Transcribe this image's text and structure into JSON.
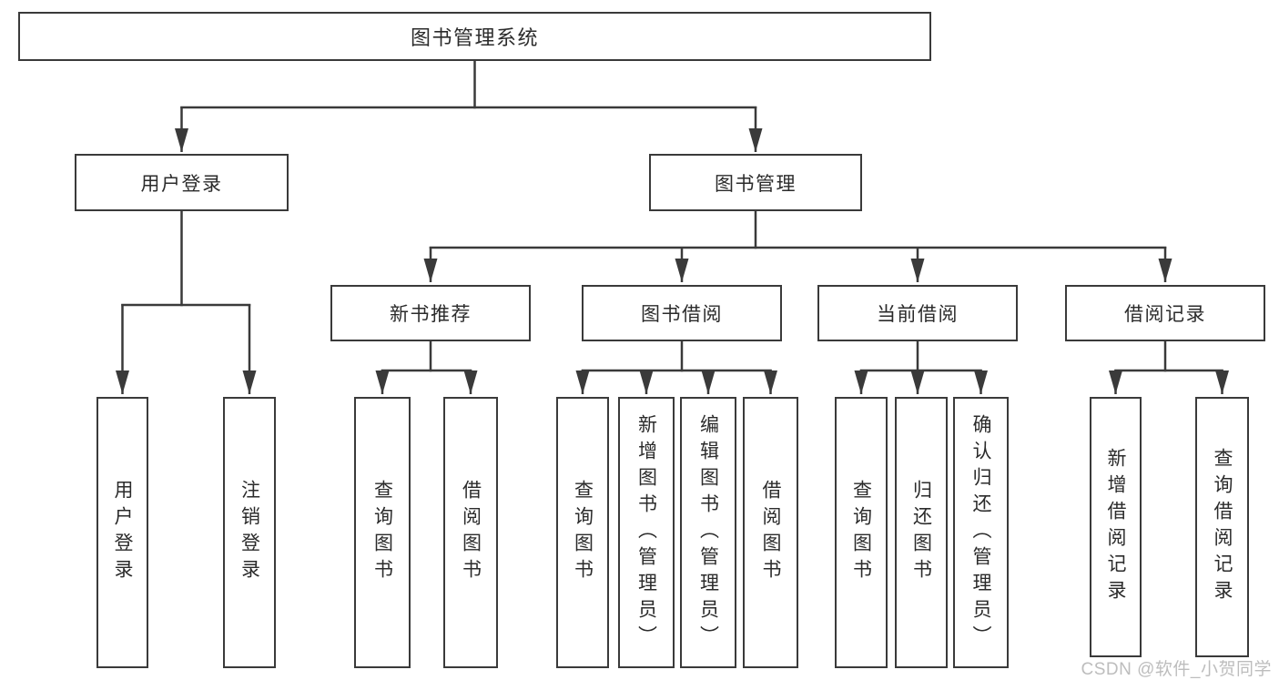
{
  "watermark": "CSDN @软件_小贺同学",
  "colors": {
    "line": "#3a3a3a",
    "text": "#2b2b2b",
    "watermark": "#bdbdbd",
    "bg": "#ffffff"
  },
  "tree": {
    "root": {
      "label": "图书管理系统"
    },
    "level1": [
      {
        "label": "用户登录",
        "leaves": [
          {
            "label": "用户登录"
          },
          {
            "label": "注销登录"
          }
        ]
      },
      {
        "label": "图书管理",
        "children": [
          {
            "label": "新书推荐",
            "leaves": [
              {
                "label": "查询图书"
              },
              {
                "label": "借阅图书"
              }
            ]
          },
          {
            "label": "图书借阅",
            "leaves": [
              {
                "label": "查询图书"
              },
              {
                "label": "新增图书（管理员）"
              },
              {
                "label": "编辑图书（管理员）"
              },
              {
                "label": "借阅图书"
              }
            ]
          },
          {
            "label": "当前借阅",
            "leaves": [
              {
                "label": "查询图书"
              },
              {
                "label": "归还图书"
              },
              {
                "label": "确认归还（管理员）"
              }
            ]
          },
          {
            "label": "借阅记录",
            "leaves": [
              {
                "label": "新增借阅记录"
              },
              {
                "label": "查询借阅记录"
              }
            ]
          }
        ]
      }
    ]
  }
}
